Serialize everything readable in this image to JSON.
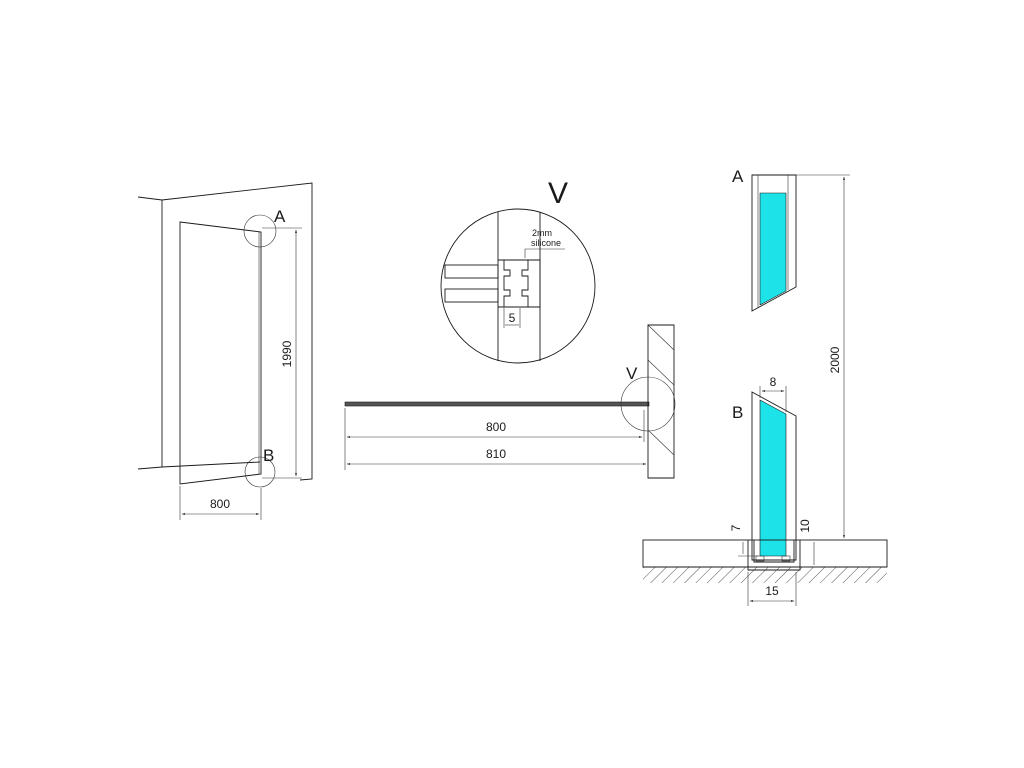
{
  "colors": {
    "glass": "#1de2e8",
    "line": "#1a1a1a",
    "background": "#ffffff"
  },
  "front_view": {
    "label_a": "A",
    "label_b": "B",
    "height_dim": "1990",
    "width_dim": "800"
  },
  "plan_view": {
    "label_v": "V",
    "inner_width_dim": "800",
    "total_width_dim": "810"
  },
  "detail_v": {
    "title": "V",
    "silicone_line1": "2mm",
    "silicone_line2": "silicone",
    "gap_dim": "5"
  },
  "section_view": {
    "label_a": "A",
    "label_b": "B",
    "height_dim": "2000",
    "glass_dim": "8",
    "profile_width_dim": "15",
    "left_depth_dim": "7",
    "right_depth_dim": "10"
  }
}
